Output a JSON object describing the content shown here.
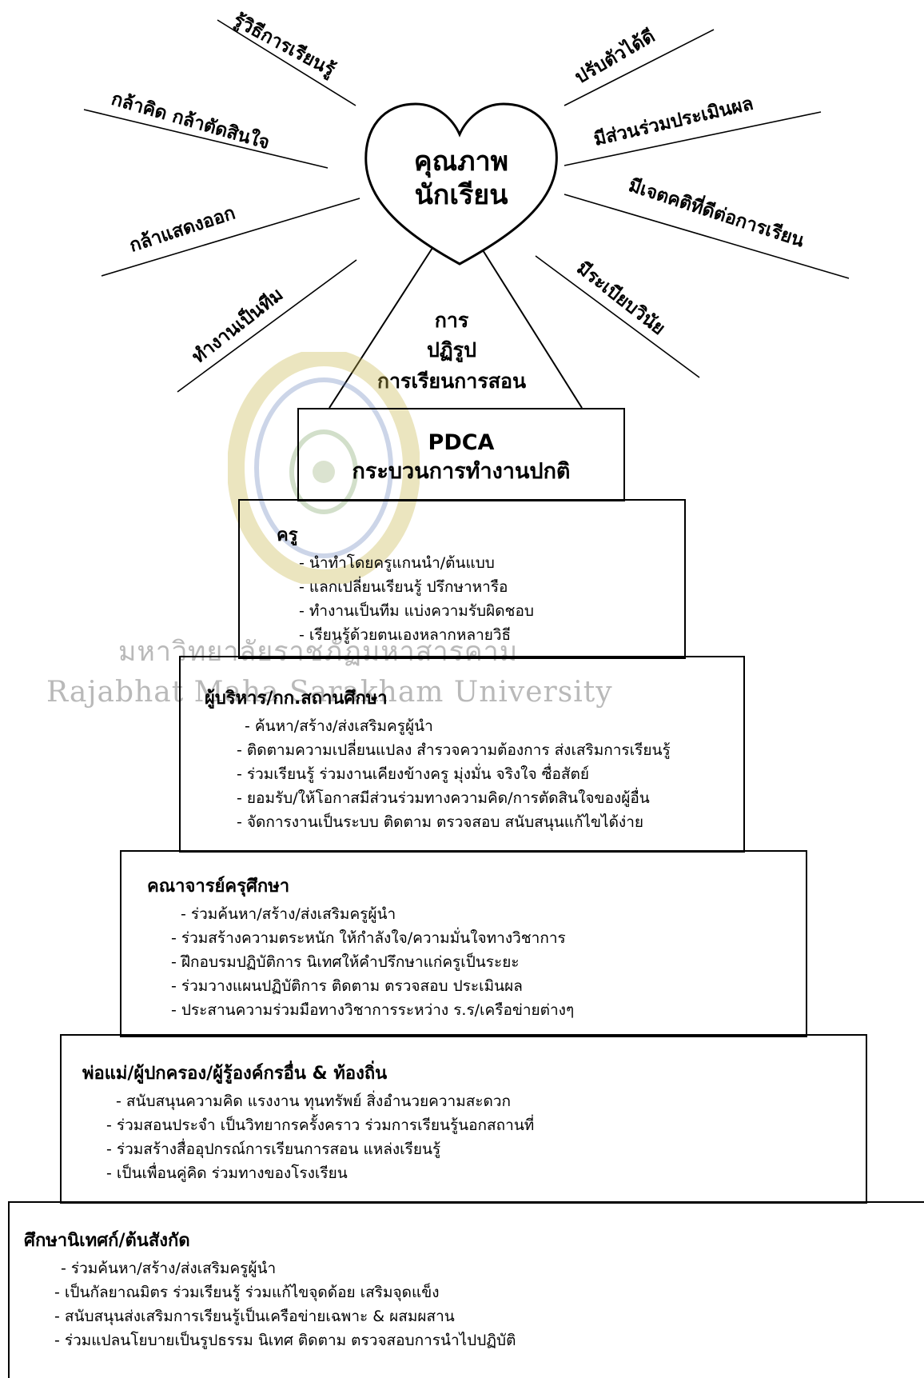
{
  "heart": {
    "line1": "คุณภาพ",
    "line2": "นักเรียน"
  },
  "rays": {
    "left": [
      "รู้วิธีการเรียนรู้",
      "กล้าคิด กล้าตัดสินใจ",
      "กล้าแสดงออก",
      "ทำงานเป็นทีม"
    ],
    "right": [
      "ปรับตัวได้ดี",
      "มีส่วนร่วมประเมินผล",
      "มีเจตคติที่ดีต่อการเรียน",
      "มีระเบียบวินัย"
    ]
  },
  "reform": {
    "line1": "การ",
    "line2": "ปฏิรูป",
    "line3": "การเรียนการสอน"
  },
  "pdca": {
    "line1": "PDCA",
    "line2": "กระบวนการทำงานปกติ"
  },
  "levels": [
    {
      "title": "ครู",
      "items": [
        "นำทำโดยครูแกนนำ/ต้นแบบ",
        "แลกเปลี่ยนเรียนรู้ ปรึกษาหารือ",
        "ทำงานเป็นทีม แบ่งความรับผิดชอบ",
        "เรียนรู้ด้วยตนเองหลากหลายวิธี"
      ]
    },
    {
      "title": "ผู้บริหาร/กก.สถานศึกษา",
      "items": [
        "ค้นหา/สร้าง/ส่งเสริมครูผู้นำ",
        "ติดตามความเปลี่ยนแปลง สำรวจความต้องการ ส่งเสริมการเรียนรู้",
        "ร่วมเรียนรู้ ร่วมงานเคียงข้างครู มุ่งมั่น จริงใจ ซื่อสัตย์",
        "ยอมรับ/ให้โอกาสมีส่วนร่วมทางความคิด/การตัดสินใจของผู้อื่น",
        "จัดการงานเป็นระบบ ติดตาม ตรวจสอบ สนับสนุนแก้ไขได้ง่าย"
      ]
    },
    {
      "title": "คณาจารย์ครุศึกษา",
      "items": [
        "ร่วมค้นหา/สร้าง/ส่งเสริมครูผู้นำ",
        "ร่วมสร้างความตระหนัก ให้กำลังใจ/ความมั่นใจทางวิชาการ",
        "ฝึกอบรมปฏิบัติการ นิเทศให้คำปรึกษาแก่ครูเป็นระยะ",
        "ร่วมวางแผนปฏิบัติการ ติดตาม ตรวจสอบ ประเมินผล",
        "ประสานความร่วมมือทางวิชาการระหว่าง ร.ร/เครือข่ายต่างๆ"
      ]
    },
    {
      "title": "พ่อแม่/ผู้ปกครอง/ผู้รู้องค์กรอื่น & ท้องถิ่น",
      "items": [
        "สนับสนุนความคิด แรงงาน ทุนทรัพย์ สิ่งอำนวยความสะดวก",
        "ร่วมสอนประจำ เป็นวิทยากรครั้งคราว ร่วมการเรียนรู้นอกสถานที่",
        "ร่วมสร้างสื่ออุปกรณ์การเรียนการสอน แหล่งเรียนรู้",
        "เป็นเพื่อนคู่คิด ร่วมทางของโรงเรียน"
      ]
    },
    {
      "title": "ศึกษานิเทศก์/ต้นสังกัด",
      "items": [
        "ร่วมค้นหา/สร้าง/ส่งเสริมครูผู้นำ",
        "เป็นกัลยาณมิตร ร่วมเรียนรู้ ร่วมแก้ไขจุดด้อย เสริมจุดแข็ง",
        "สนับสนุนส่งเสริมการเรียนรู้เป็นเครือข่ายเฉพาะ & ผสมผสาน",
        "ร่วมแปลนโยบายเป็นรูปธรรม นิเทศ ติดตาม ตรวจสอบการนำไปปฏิบัติ"
      ]
    }
  ],
  "watermark": {
    "thai": "มหาวิทยาลัยราชภัฏมหาสารคาม",
    "english": "Rajabhat Maha Sarakham University"
  }
}
